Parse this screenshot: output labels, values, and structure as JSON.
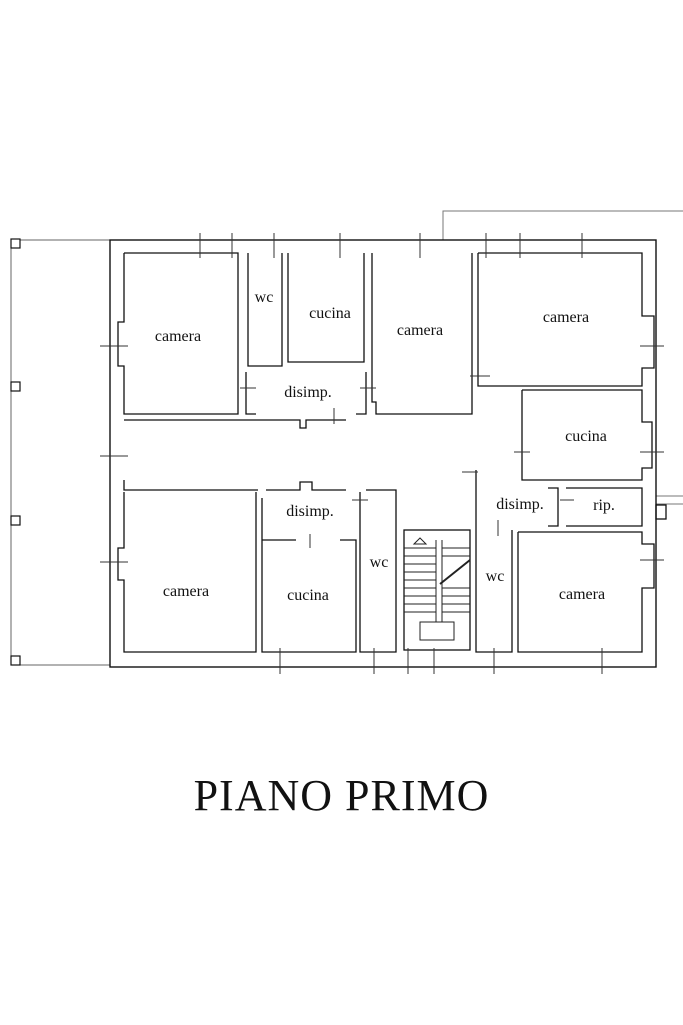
{
  "plan": {
    "title": "PIANO PRIMO",
    "rooms": [
      {
        "id": "camera-1",
        "label": "camera"
      },
      {
        "id": "wc-1",
        "label": "wc"
      },
      {
        "id": "cucina-1",
        "label": "cucina"
      },
      {
        "id": "camera-2",
        "label": "camera"
      },
      {
        "id": "disimp-1",
        "label": "disimp."
      },
      {
        "id": "camera-3",
        "label": "camera"
      },
      {
        "id": "cucina-2",
        "label": "cucina"
      },
      {
        "id": "camera-4",
        "label": "camera"
      },
      {
        "id": "disimp-2",
        "label": "disimp."
      },
      {
        "id": "cucina-3",
        "label": "cucina"
      },
      {
        "id": "wc-2",
        "label": "wc"
      },
      {
        "id": "disimp-3",
        "label": "disimp."
      },
      {
        "id": "rip-1",
        "label": "rip."
      },
      {
        "id": "wc-3",
        "label": "wc"
      },
      {
        "id": "camera-5",
        "label": "camera"
      }
    ],
    "colors": {
      "ink": "#111111",
      "thin": "#666666",
      "background": "#ffffff"
    }
  }
}
